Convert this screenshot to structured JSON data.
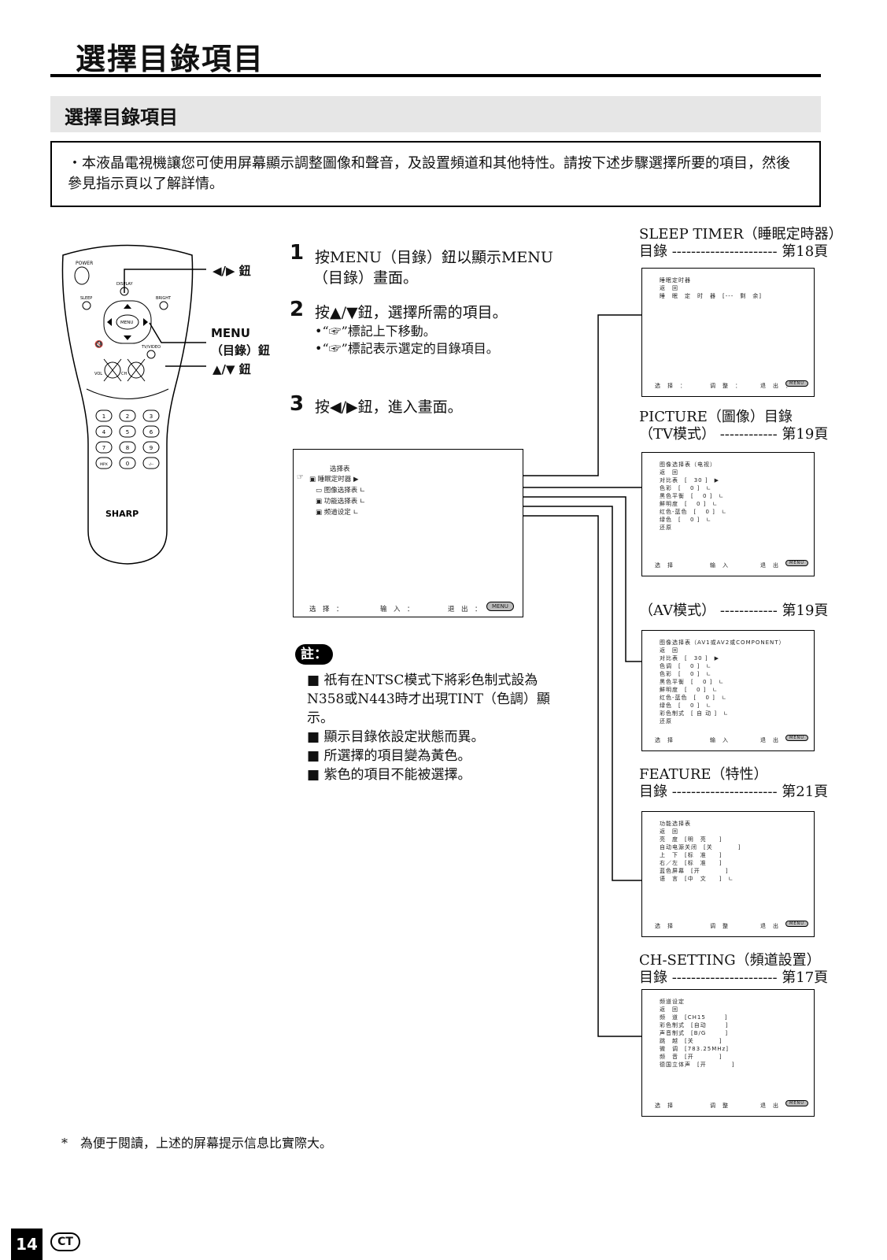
{
  "page_title": "選擇目錄項目",
  "section_title": "選擇目錄項目",
  "intro": "・本液晶電視機讓您可使用屏幕顯示調整圖像和聲音，及設置頻道和其他特性。請按下述步驟選擇所要的項目，然後參見指示頁以了解詳情。",
  "remote": {
    "power": "POWER",
    "display": "DISPLAY",
    "sleep": "SLEEP",
    "bright": "BRIGHT",
    "menu": "MENU",
    "tv_video": "TV/VIDEO",
    "vol": "VOL",
    "ch": "CH",
    "keys": [
      "1",
      "2",
      "3",
      "4",
      "5",
      "6",
      "7",
      "8",
      "9",
      "MPX",
      "0",
      "-/--"
    ],
    "brand": "SHARP"
  },
  "callouts": {
    "lr_button": "◀/▶ 鈕",
    "menu_button_1": "MENU",
    "menu_button_2": "（目錄）鈕",
    "ud_button": "▲/▼ 鈕"
  },
  "steps": [
    {
      "num": "1",
      "line1": "按MENU（目錄）鈕以顯示MENU",
      "line2": "（目錄）畫面。"
    },
    {
      "num": "2",
      "line1": "按▲/▼鈕，選擇所需的項目。",
      "bullets": [
        "•“☞”標記上下移動。",
        "•“☞”標記表示選定的目錄項目。"
      ]
    },
    {
      "num": "3",
      "line1": "按◀/▶鈕，進入畫面。"
    }
  ],
  "main_menu": {
    "title": "选择表",
    "items": [
      "睡眠定时器",
      "图像选择表",
      "功能选择表",
      "频道设定"
    ],
    "footer": {
      "select": "选　择　：",
      "enter": "输　入　：",
      "exit": "退　出　：",
      "menu": "MENU"
    }
  },
  "note": {
    "badge": "註：",
    "items": [
      "祇有在NTSC模式下將彩色制式設為N358或N443時才出現TINT（色調）顯示。",
      "顯示目錄依設定狀態而異。",
      "所選擇的項目變為黃色。",
      "紫色的項目不能被選擇。"
    ]
  },
  "right": {
    "sleep": {
      "l1": "SLEEP TIMER（睡眠定時器）",
      "l2": "目錄 ---------------------- 第18頁",
      "rows": [
        "睡眠定时器",
        "返　回",
        "睡　眠　定　时　器　[---　剩　余]"
      ],
      "footer": [
        "选　择　：",
        "调　整　：",
        "退　出　："
      ]
    },
    "picture_tv": {
      "l1": "PICTURE（圖像）目錄",
      "l2": "（TV模式） ------------ 第19頁",
      "rows": [
        "图像选择表（电视）",
        "返　回",
        "对比表　[　30 ]　▶",
        "色彩　[　 0 ]　∟",
        "黑色平衡　[　 0 ]　∟",
        "鮮明度　[　 0 ]　∟",
        "红色-蓝色　[　 0 ]　∟",
        "绿色　[　 0 ]　∟",
        "还原"
      ],
      "footer": [
        "选　择",
        "输　入",
        "退　出"
      ]
    },
    "picture_av": {
      "l1": "（AV模式） ------------ 第19頁",
      "rows": [
        "图像选择表（AV1或AV2或COMPONENT）",
        "返　回",
        "对比表　[　30 ]　▶",
        "色调　[　 0 ]　∟",
        "色彩　[　 0 ]　∟",
        "黑色平衡　[　 0 ]　∟",
        "鮮明度　[　 0 ]　∟",
        "红色-蓝色　[　 0 ]　∟",
        "绿色　[　 0 ]　∟",
        "彩色制式　[ 自 动 ]　∟",
        "还原"
      ],
      "footer": [
        "选　择",
        "输　入",
        "退　出"
      ]
    },
    "feature": {
      "l1": "FEATURE（特性）",
      "l2": "目錄 ---------------------- 第21頁",
      "rows": [
        "功能选择表",
        "返　回",
        "亮　度　[明　亮　　]",
        "自动电源关闭　[关　　　　]",
        "上　下　[标　准　　]",
        "右／左　[标　准　　]",
        "蓝色屏幕　[开　　　　]",
        "语　言　[中　文　　]　∟"
      ],
      "footer": [
        "选　择",
        "调　整",
        "退　出"
      ]
    },
    "ch": {
      "l1": "CH-SETTING（頻道設置）",
      "l2": "目錄 ---------------------- 第17頁",
      "rows": [
        "频道设定",
        "返　回",
        "频　道　[CH15　　　]",
        "彩色制式　[自动　　　]",
        "声音制式　[B/G　　　]",
        "跳　越　[关　　　　]",
        "微　调　[783.25MHz]",
        "频　音　[开　　　　]",
        "德国立体声　[开　　　　]"
      ],
      "footer": [
        "选　择",
        "调　整",
        "退　出"
      ]
    }
  },
  "footnote": "*　為便于閱讀，上述的屏幕提示信息比實際大。",
  "page_number": "14",
  "lang_badge": "CT"
}
